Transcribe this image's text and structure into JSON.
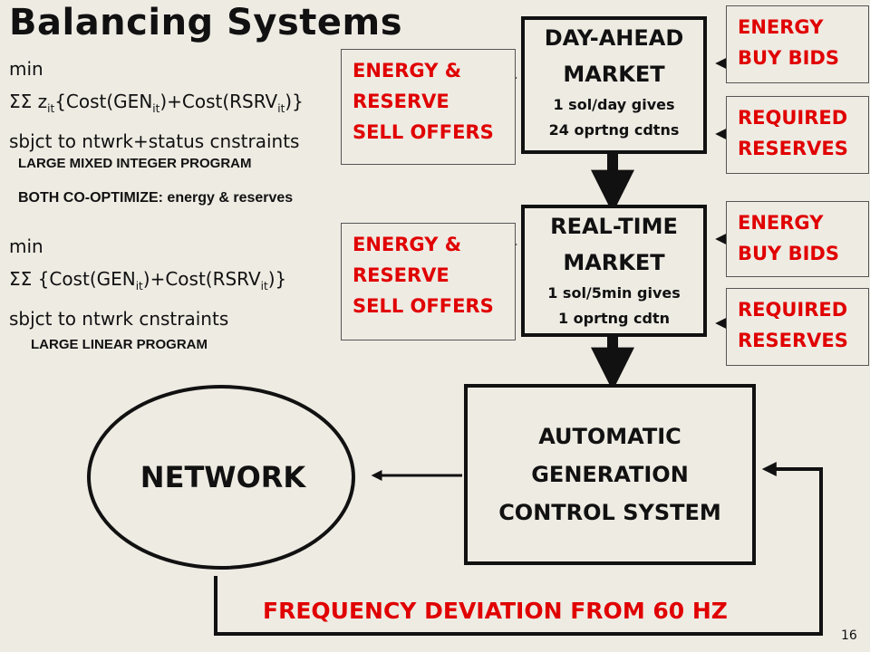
{
  "title": "Balancing Systems",
  "dayahead_formula": {
    "line1": "min",
    "line2_prefix": "ΣΣ z",
    "line2_mid1": "{Cost(GEN",
    "line2_mid2": ")+Cost(RSRV",
    "line2_suffix": ")}",
    "subscript": "it",
    "line3": "sbjct to ntwrk+status cnstraints",
    "program_label": "LARGE MIXED INTEGER PROGRAM"
  },
  "co_optimize": "BOTH CO-OPTIMIZE: energy & reserves",
  "realtime_formula": {
    "line1": "min",
    "line2_prefix": "ΣΣ {Cost(GEN",
    "line2_mid": ")+Cost(RSRV",
    "line2_suffix": ")}",
    "subscript": "it",
    "line3": "sbjct to ntwrk cnstraints",
    "program_label": "LARGE LINEAR PROGRAM"
  },
  "day_ahead": {
    "title1": "DAY-AHEAD",
    "title2": "MARKET",
    "sub1": "1 sol/day gives",
    "sub2": "24 oprtng cdtns"
  },
  "real_time": {
    "title1": "REAL-TIME",
    "title2": "MARKET",
    "sub1": "1 sol/5min gives",
    "sub2": "1 oprtng cdtn"
  },
  "sell_offers": [
    "ENERGY &",
    "RESERVE",
    "SELL OFFERS"
  ],
  "buy_bids": [
    "ENERGY",
    "BUY BIDS"
  ],
  "required_reserves": [
    "REQUIRED",
    "RESERVES"
  ],
  "agc": [
    "AUTOMATIC",
    "GENERATION",
    "CONTROL SYSTEM"
  ],
  "network": "NETWORK",
  "frequency_deviation": "FREQUENCY DEVIATION FROM 60 HZ",
  "page_number": "16",
  "colors": {
    "accent_red": "#e00000",
    "background": "#eeebe3",
    "ink": "#111111"
  }
}
